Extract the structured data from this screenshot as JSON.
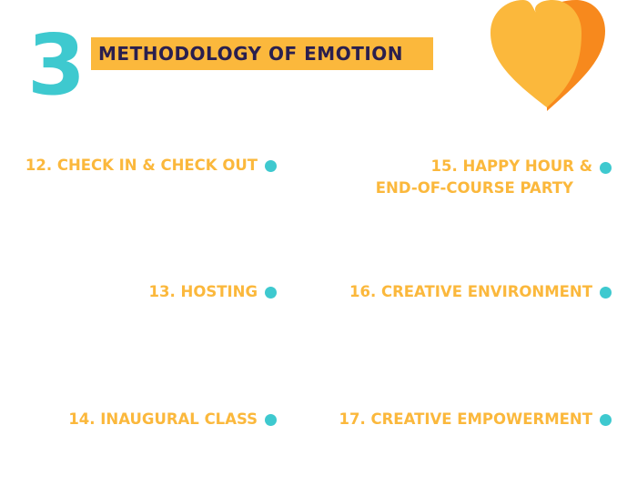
{
  "section": {
    "number": "3",
    "title": "METHODOLOGY OF EMOTION"
  },
  "colors": {
    "accent_teal": "#3ec9cf",
    "accent_yellow": "#fbb83c",
    "accent_orange": "#f7891d",
    "title_text": "#2a1f4e"
  },
  "items": [
    {
      "label": "12. CHECK IN & CHECK OUT"
    },
    {
      "label": "13. HOSTING"
    },
    {
      "label": "14. INAUGURAL CLASS"
    },
    {
      "label_line1": "15. HAPPY HOUR &",
      "label_line2": "END-OF-COURSE PARTY"
    },
    {
      "label": "16. CREATIVE ENVIRONMENT"
    },
    {
      "label": "17. CREATIVE EMPOWERMENT"
    }
  ],
  "icons": {
    "heart": "heart-icon",
    "bullet": "dot-icon"
  }
}
